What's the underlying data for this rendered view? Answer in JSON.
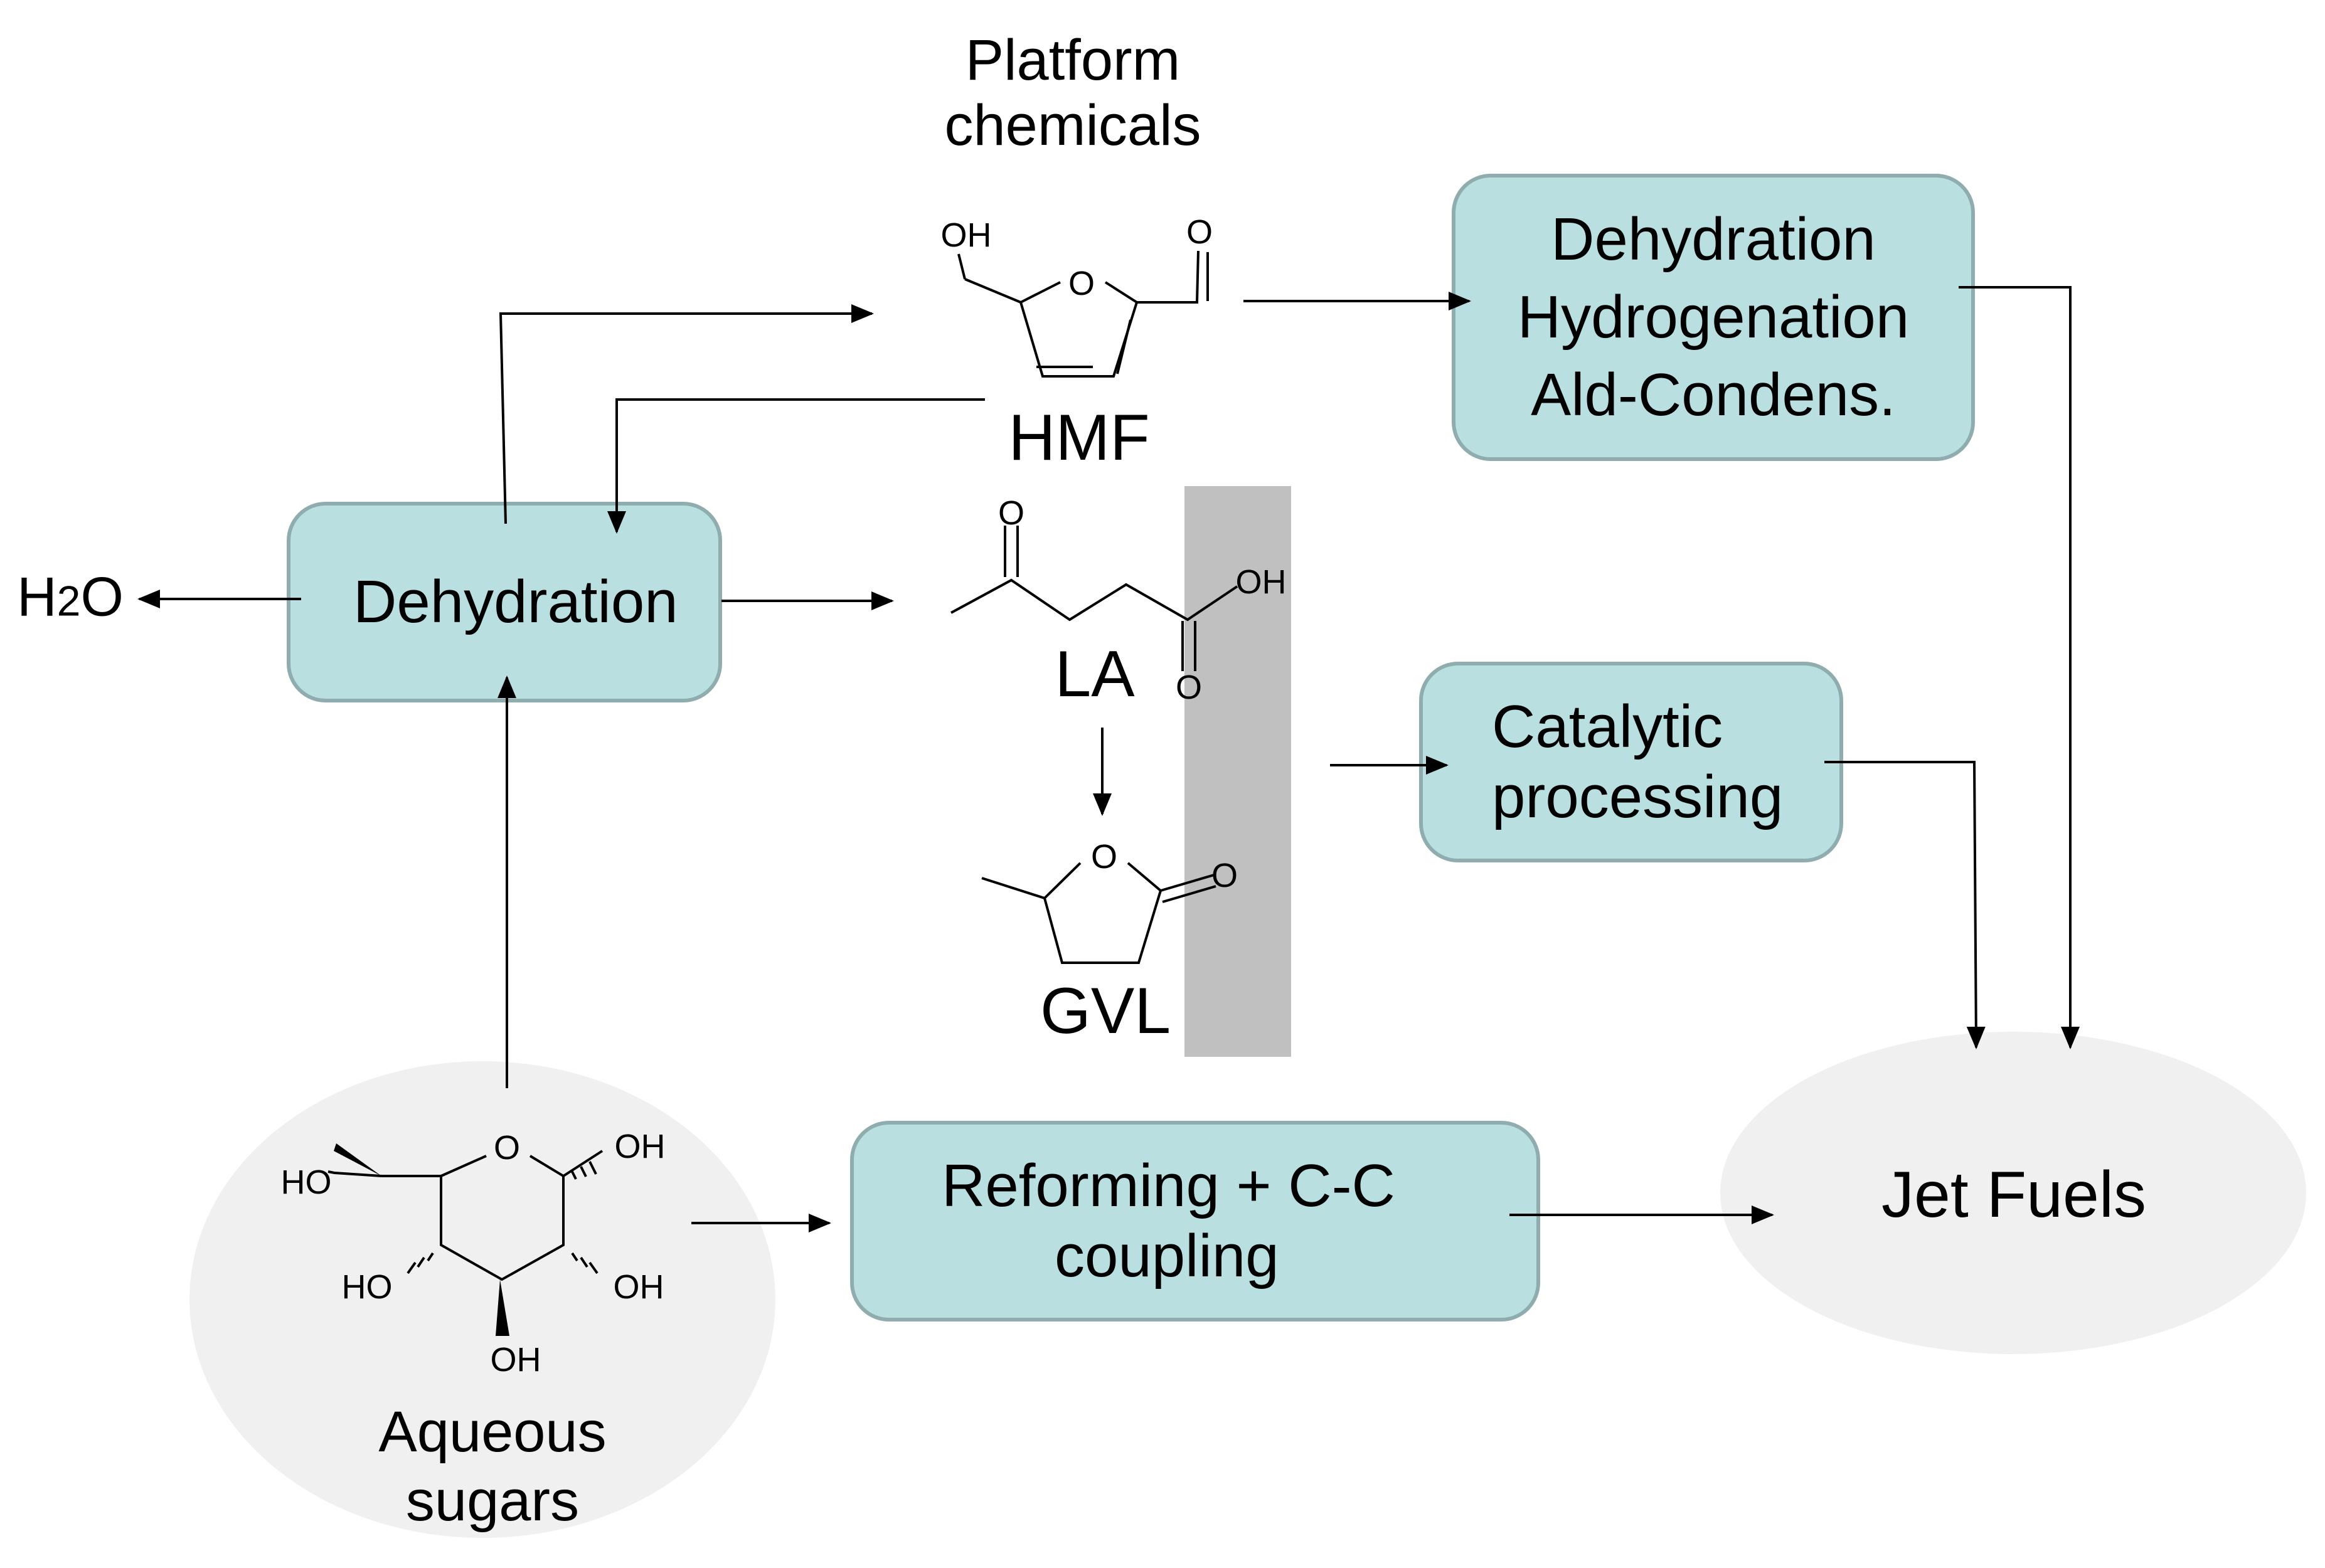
{
  "header": {
    "line1": "Platform",
    "line2": "chemicals"
  },
  "boxes": {
    "dehydration_left": "Dehydration",
    "dhac": {
      "line1": "Dehydration",
      "line2": "Hydrogenation",
      "line3": "Ald-Condens."
    },
    "catalytic": {
      "line1": "Catalytic",
      "line2": "processing"
    },
    "reforming": {
      "line1": "Reforming + C-C",
      "line2": "coupling"
    }
  },
  "nodes": {
    "water": {
      "main": "H",
      "sub": "2",
      "tail": "O"
    },
    "hmf": "HMF",
    "la": "LA",
    "gvl": "GVL",
    "sugars": {
      "line1": "Aqueous",
      "line2": "sugars"
    },
    "jet_fuels": "Jet Fuels"
  },
  "atoms": {
    "oh": "OH",
    "ho": "HO",
    "o": "O"
  },
  "colors": {
    "box_fill": "#b9dfe1",
    "box_border": "#8fadae",
    "ellipse_fill": "#f0f0f0",
    "separator_bar": "#c0c0c0",
    "line": "#000000"
  }
}
